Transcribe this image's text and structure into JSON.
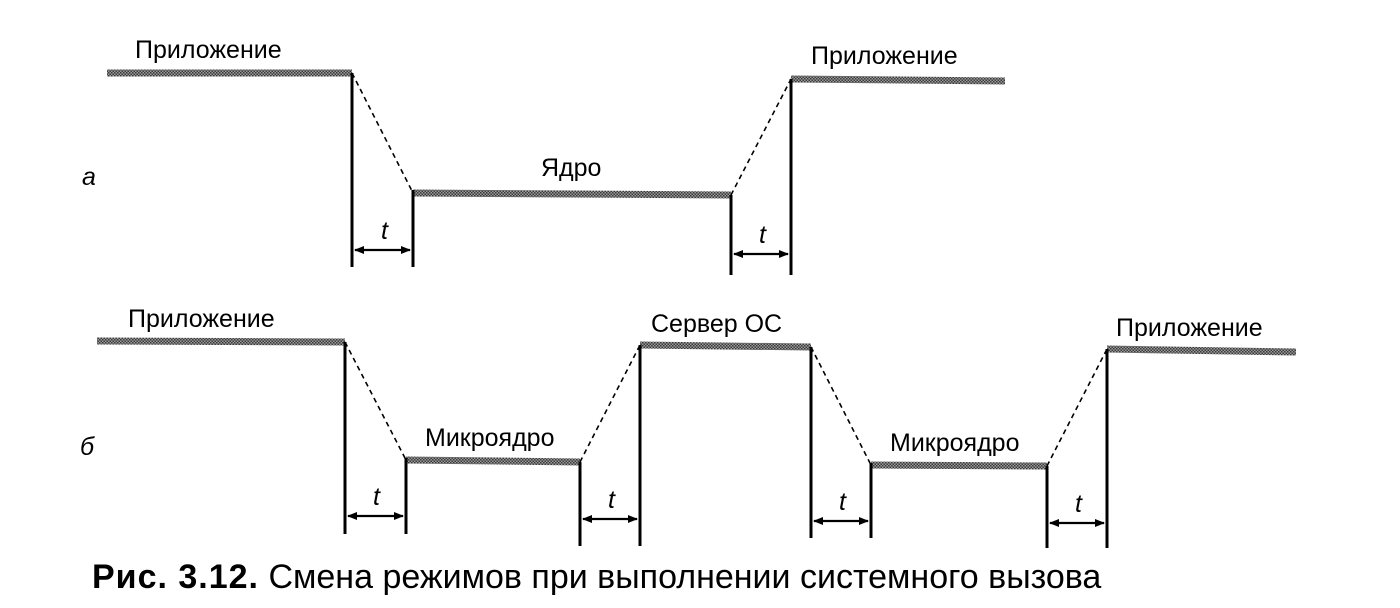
{
  "diagram_a": {
    "marker": "а",
    "level_top_left": "Приложение",
    "level_bottom": "Ядро",
    "level_top_right": "Приложение",
    "interval_label": "t"
  },
  "diagram_b": {
    "marker": "б",
    "level_1": "Приложение",
    "level_2": "Микроядро",
    "level_3": "Сервер ОС",
    "level_4": "Микроядро",
    "level_5": "Приложение",
    "interval_label": "t"
  },
  "caption": {
    "number": "Рис. 3.12.",
    "text": "Смена режимов при выполнении системного вызова"
  }
}
